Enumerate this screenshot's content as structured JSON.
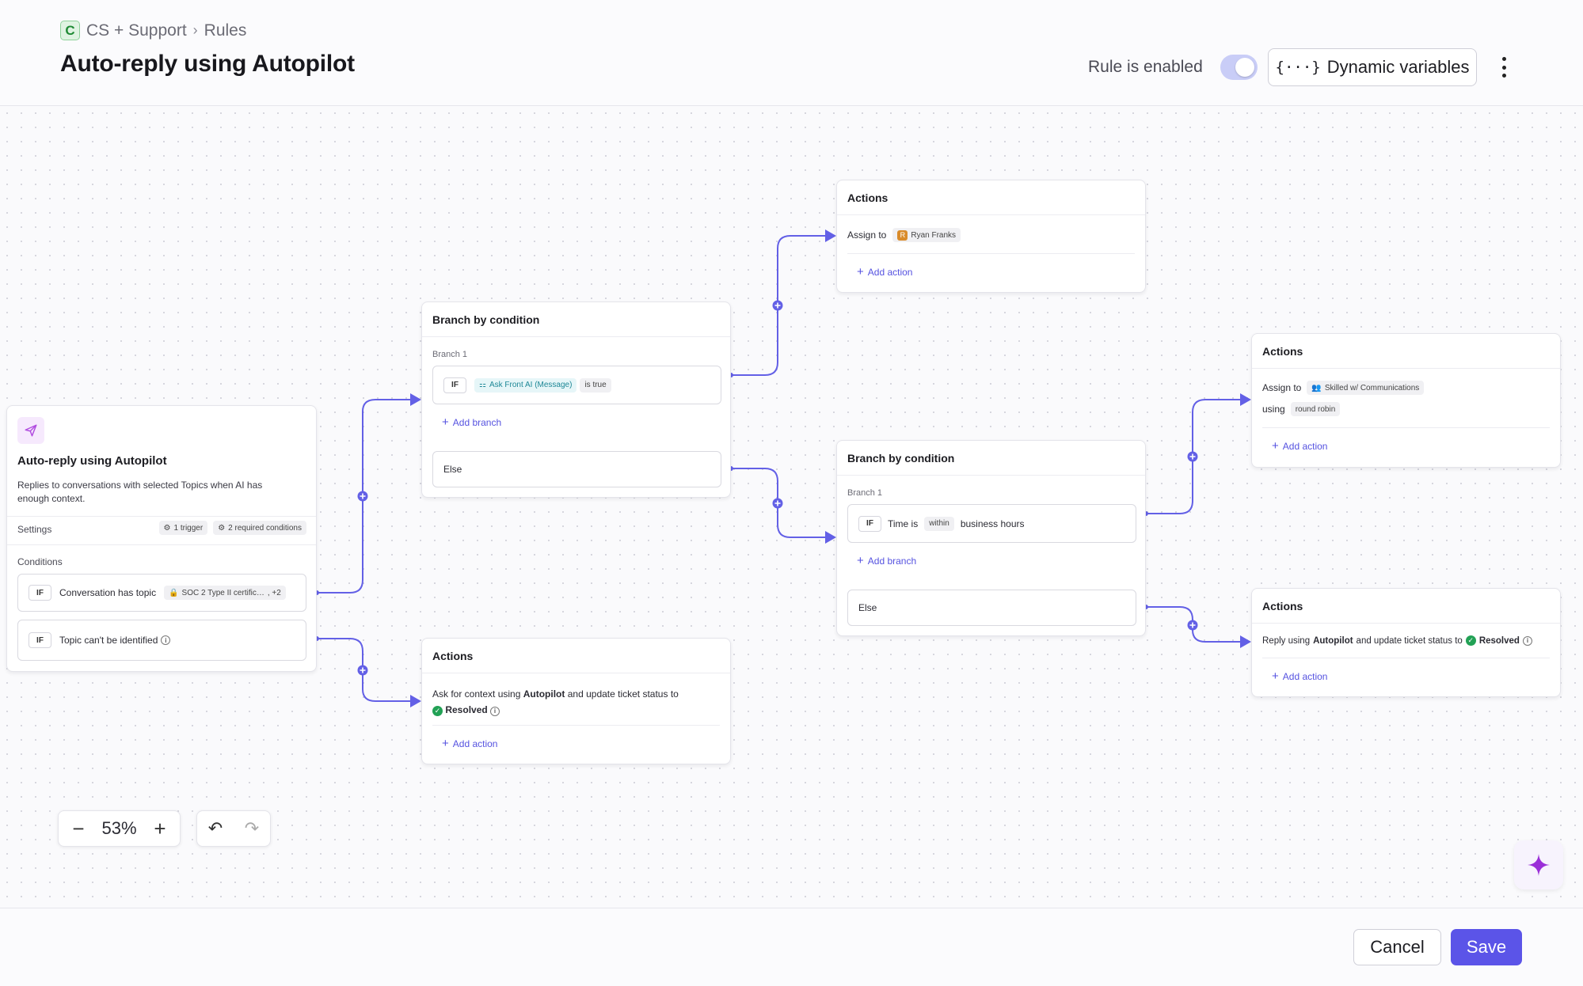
{
  "header": {
    "workspace_badge": "C",
    "workspace": "CS + Support",
    "breadcrumb_sep": "›",
    "section": "Rules",
    "title": "Auto-reply using Autopilot",
    "toggle_label": "Rule is enabled",
    "toggle_on": true,
    "dynamic_variables_label": "Dynamic variables",
    "braces_icon": "{···}"
  },
  "trigger": {
    "title": "Auto-reply using Autopilot",
    "description": "Replies to conversations with selected Topics when AI has enough context.",
    "settings_label": "Settings",
    "trigger_count": "1 trigger",
    "conditions_count": "2 required conditions",
    "conditions_label": "Conditions",
    "condition1": {
      "if": "IF",
      "text": "Conversation has topic",
      "topic": "SOC 2 Type II certific…",
      "extra": ", +2"
    },
    "condition2": {
      "if": "IF",
      "text": "Topic can't be identified",
      "info": "i"
    }
  },
  "branch1": {
    "title": "Branch by condition",
    "branch_label": "Branch 1",
    "if": "IF",
    "ai_chip": "Ask Front AI (Message)",
    "is_true": "is true",
    "add_branch": "Add branch",
    "else": "Else"
  },
  "actions_top": {
    "title": "Actions",
    "assign_to": "Assign to",
    "avatar_initial": "R",
    "assignee": "Ryan Franks",
    "add_action": "Add action"
  },
  "actions_context": {
    "title": "Actions",
    "text_prefix": "Ask for context using",
    "autopilot": "Autopilot",
    "text_suffix": "and update ticket status to",
    "status": "Resolved",
    "add_action": "Add action"
  },
  "branch2": {
    "title": "Branch by condition",
    "branch_label": "Branch 1",
    "if": "IF",
    "time_is": "Time is",
    "within": "within",
    "business_hours": "business hours",
    "add_branch": "Add branch",
    "else": "Else"
  },
  "actions_team": {
    "title": "Actions",
    "assign_to": "Assign to",
    "team": "Skilled w/ Communications",
    "using": "using",
    "method": "round robin",
    "add_action": "Add action"
  },
  "actions_reply": {
    "title": "Actions",
    "text_prefix": "Reply using",
    "autopilot": "Autopilot",
    "text_suffix": "and update ticket status to",
    "status": "Resolved",
    "add_action": "Add action"
  },
  "zoom": {
    "minus": "−",
    "level": "53%",
    "plus": "+"
  },
  "history": {
    "undo": "↶",
    "redo": "↷"
  },
  "footer": {
    "cancel": "Cancel",
    "save": "Save"
  },
  "colors": {
    "accent": "#5b54e8",
    "edge": "#6360e6",
    "resolved": "#22a155"
  }
}
